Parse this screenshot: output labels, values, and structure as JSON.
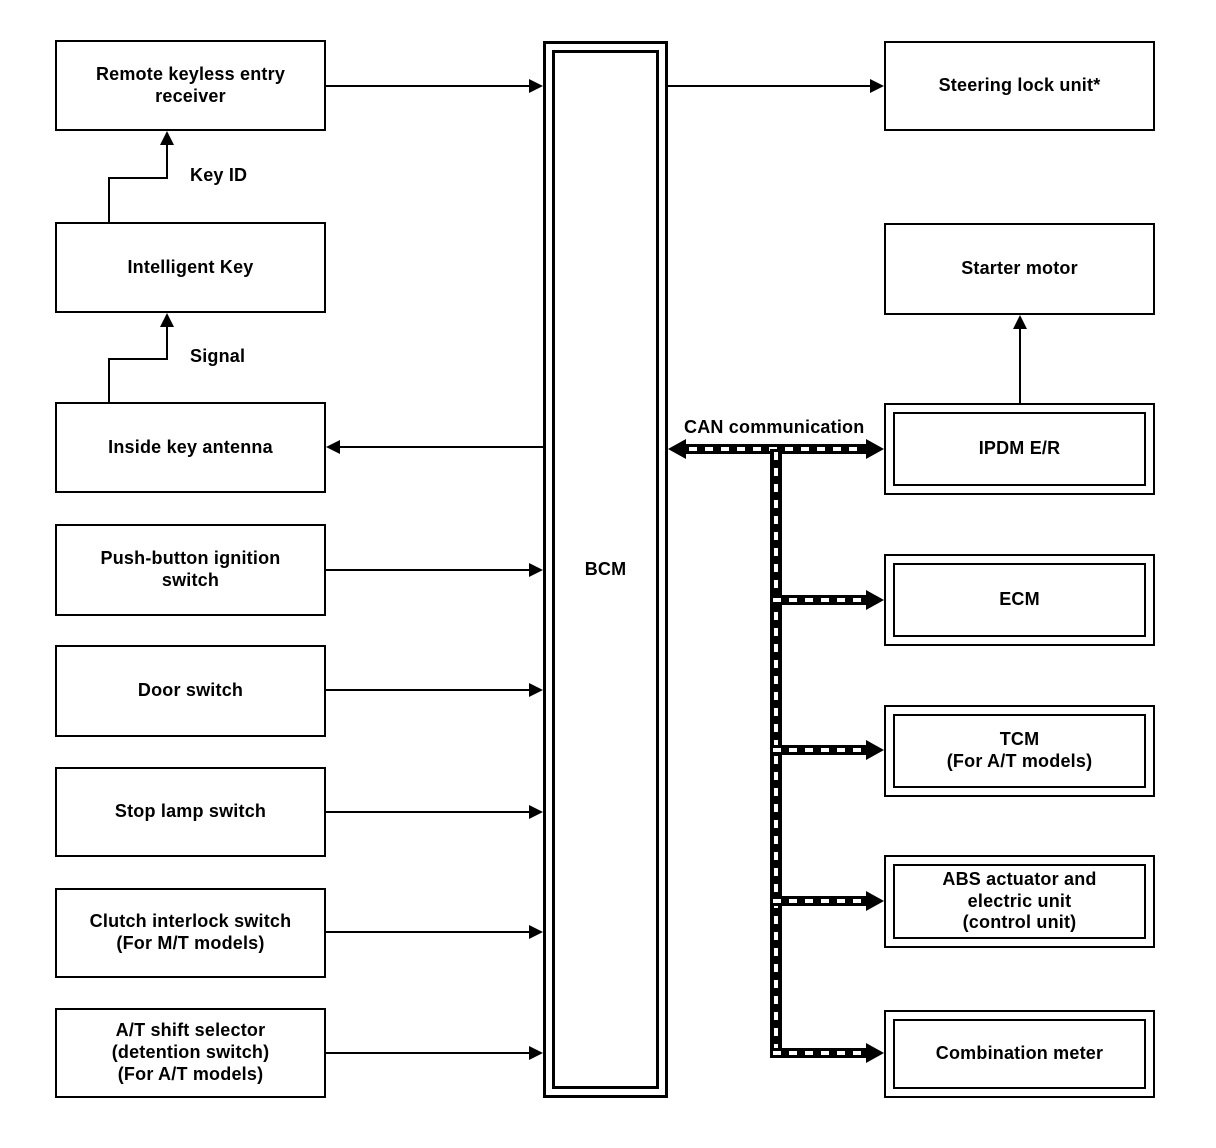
{
  "diagram": {
    "left_column": [
      {
        "label": "Remote keyless entry\nreceiver"
      },
      {
        "label": "Intelligent Key"
      },
      {
        "label": "Inside key antenna"
      },
      {
        "label": "Push-button ignition\nswitch"
      },
      {
        "label": "Door switch"
      },
      {
        "label": "Stop lamp switch"
      },
      {
        "label": "Clutch interlock switch\n(For M/T models)"
      },
      {
        "label": "A/T shift selector\n(detention switch)\n(For A/T models)"
      }
    ],
    "center": {
      "label": "BCM"
    },
    "right_column": [
      {
        "label": "Steering lock unit*"
      },
      {
        "label": "Starter motor"
      },
      {
        "label": "IPDM E/R"
      },
      {
        "label": "ECM"
      },
      {
        "label": "TCM\n(For A/T models)"
      },
      {
        "label": "ABS actuator and\nelectric unit\n(control unit)"
      },
      {
        "label": "Combination meter"
      }
    ],
    "annotations": {
      "key_id": "Key ID",
      "signal": "Signal",
      "can": "CAN communication"
    },
    "colors": {
      "line": "#000000",
      "background": "#ffffff"
    }
  }
}
